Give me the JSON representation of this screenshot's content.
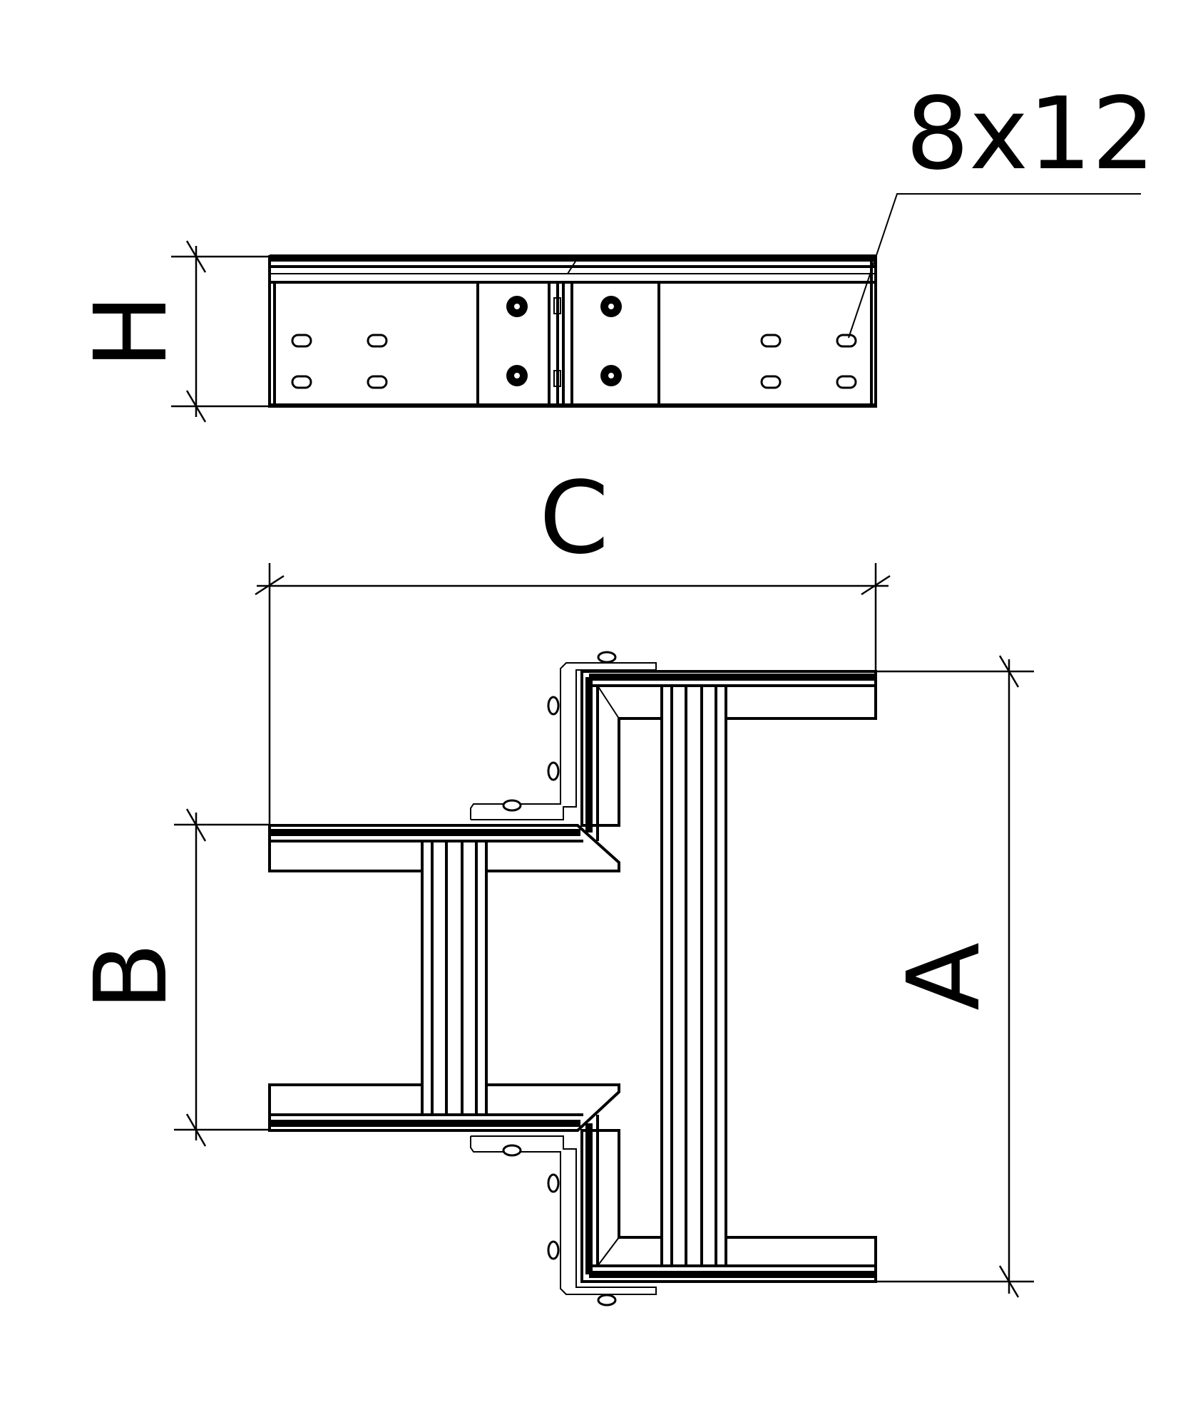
{
  "labels": {
    "hole_size": "8x12",
    "height": "H",
    "width_c": "C",
    "width_b": "B",
    "width_a": "A"
  }
}
